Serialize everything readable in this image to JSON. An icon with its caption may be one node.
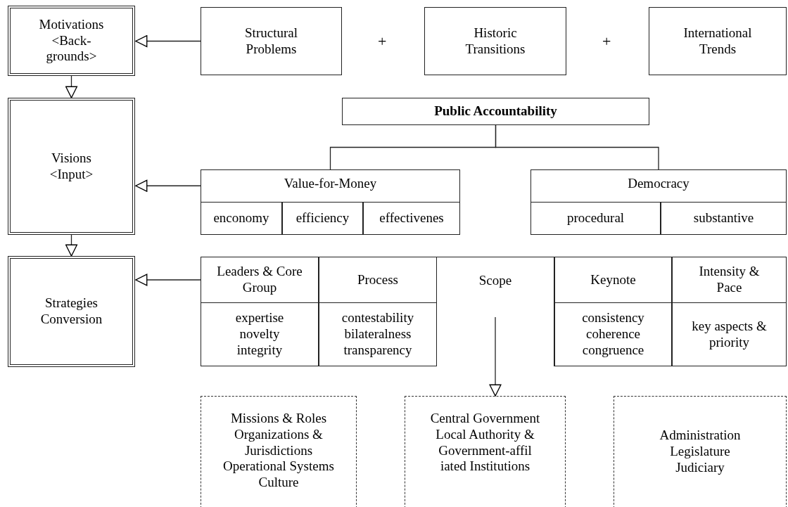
{
  "diagram": {
    "nodes": [
      {
        "text": [
          "Motivations <Back- grounds>"
        ]
      },
      {
        "text": [
          "Structural Problems"
        ]
      },
      {
        "text": [
          "Historic Transitions"
        ]
      },
      {
        "text": [
          "International Trends"
        ]
      },
      {
        "text": [
          "Visions <Input>"
        ]
      },
      {
        "text": [
          "Public Accountability"
        ]
      },
      {
        "text": [
          "Value-for-Money"
        ]
      },
      {
        "text": [
          "enconomy"
        ],
        "in": 6
      },
      {
        "text": [
          "efficiency"
        ],
        "in": 6
      },
      {
        "text": [
          "effectivenes"
        ],
        "in": 6
      },
      {
        "text": [
          "Democracy"
        ]
      },
      {
        "text": [
          "procedural"
        ],
        "in": 10
      },
      {
        "text": [
          "substantive"
        ],
        "in": 10
      },
      {
        "text": [
          "Strategies Conversion"
        ]
      },
      {
        "text": [
          "Leaders & Core Group"
        ]
      },
      {
        "text": [
          "expertise novelty integrity"
        ]
      },
      {
        "text": [
          "Process"
        ]
      },
      {
        "text": [
          "contestability bilateralness transparency"
        ]
      },
      {
        "text": [
          "Scope"
        ]
      },
      {
        "text": [
          "Keynote"
        ]
      },
      {
        "text": [
          "consistency coherence congruence"
        ]
      },
      {
        "text": [
          "Intensity & Pace"
        ]
      },
      {
        "text": [
          "key aspects & priority"
        ]
      },
      {
        "text": [
          "Missions & Roles Organizations & Jurisdictions Operational Systems Culture"
        ]
      },
      {
        "text": [
          "Central Government Local Authority & Government-affil iated Institutions"
        ]
      },
      {
        "text": [
          "Administration Legislature Judiciary"
        ]
      }
    ],
    "edges": [
      {
        "from": 1,
        "to": 0,
        "arrow": "to"
      },
      {
        "from": 0,
        "to": 4,
        "arrow": "to"
      },
      {
        "from": 4,
        "to": 13,
        "arrow": "to"
      },
      {
        "from": 5,
        "to": 6,
        "arrow": "none"
      },
      {
        "from": 5,
        "to": 10,
        "arrow": "none"
      },
      {
        "from": 6,
        "to": 4,
        "arrow": "to"
      },
      {
        "from": 14,
        "to": 13,
        "arrow": "to"
      },
      {
        "from": 18,
        "to": 24,
        "arrow": "to"
      }
    ],
    "labels": [
      "+",
      "+"
    ]
  }
}
